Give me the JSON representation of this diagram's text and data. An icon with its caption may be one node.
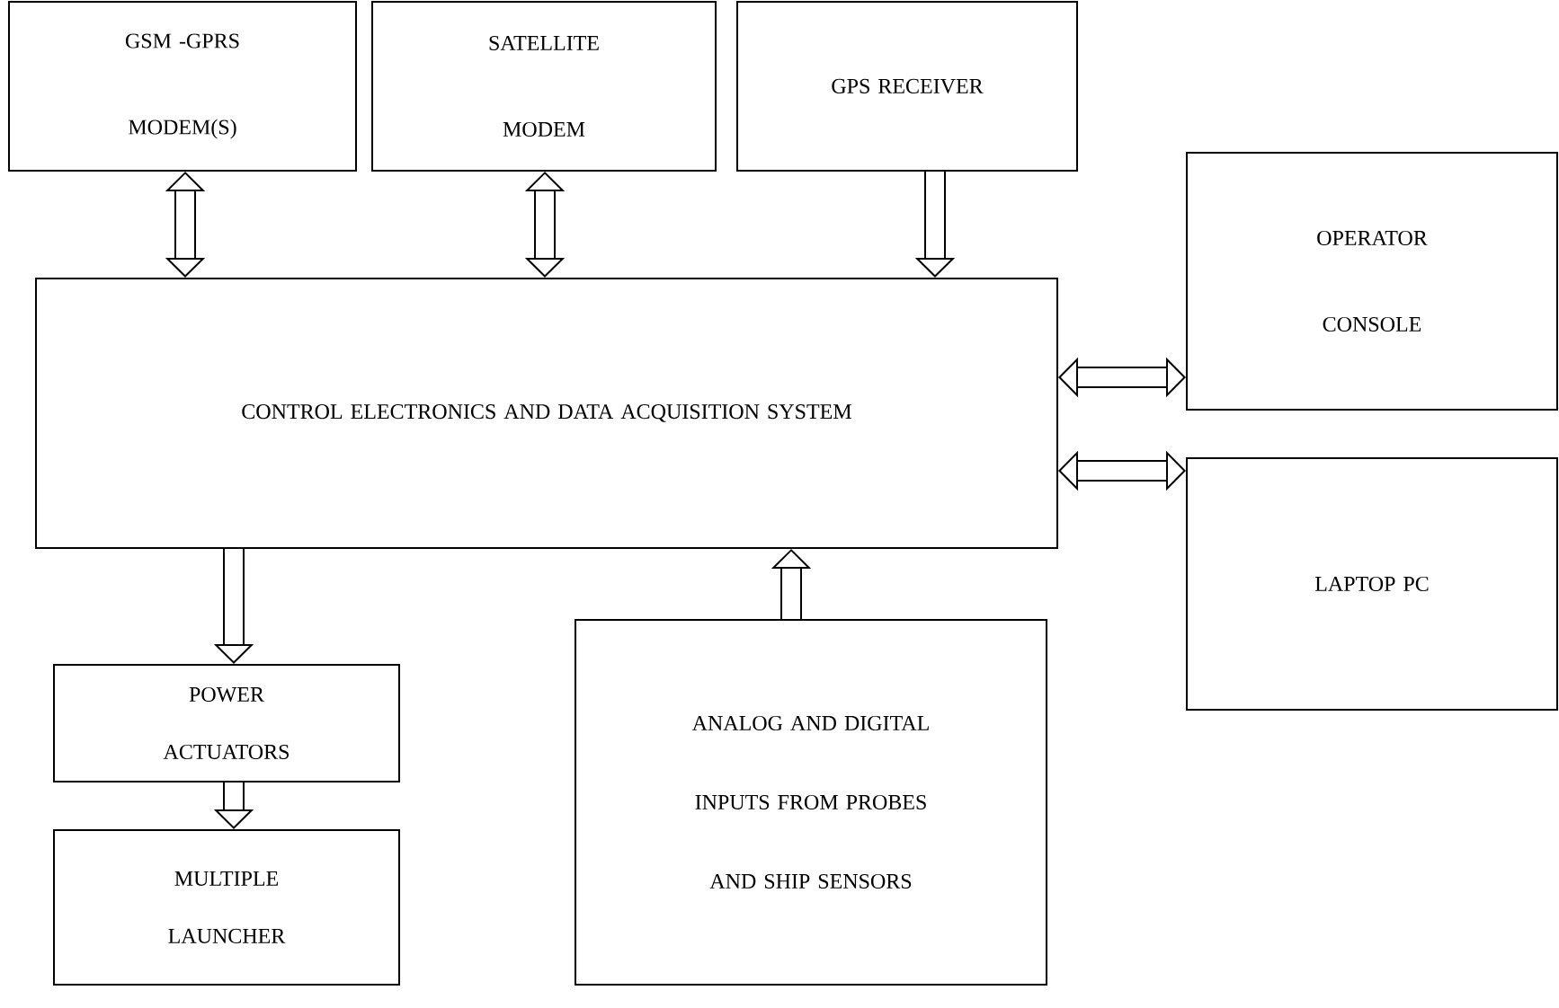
{
  "diagram": {
    "nodes": [
      {
        "text": [
          "GSM -GPRS MODEM(S)"
        ]
      },
      {
        "text": [
          "SATELLITE MODEM"
        ]
      },
      {
        "text": [
          "GPS RECEIVER"
        ]
      },
      {
        "text": [
          "OPERATOR CONSOLE"
        ]
      },
      {
        "text": [
          "CONTROL ELECTRONICS AND DATA ACQUISITION SYSTEM"
        ]
      },
      {
        "text": [
          "LAPTOP PC"
        ]
      },
      {
        "text": [
          "POWER ACTUATORS"
        ]
      },
      {
        "text": [
          "MULTIPLE LAUNCHER"
        ]
      },
      {
        "text": [
          "ANALOG AND DIGITAL INPUTS FROM PROBES AND SHIP SENSORS"
        ]
      }
    ],
    "edges": [
      {
        "from": 0,
        "to": 4,
        "arrow": "both"
      },
      {
        "from": 1,
        "to": 4,
        "arrow": "both"
      },
      {
        "from": 2,
        "to": 4,
        "arrow": "to"
      },
      {
        "from": 4,
        "to": 3,
        "arrow": "both"
      },
      {
        "from": 4,
        "to": 5,
        "arrow": "both"
      },
      {
        "from": 4,
        "to": 6,
        "arrow": "to"
      },
      {
        "from": 6,
        "to": 7,
        "arrow": "to"
      },
      {
        "from": 8,
        "to": 4,
        "arrow": "to"
      }
    ]
  }
}
